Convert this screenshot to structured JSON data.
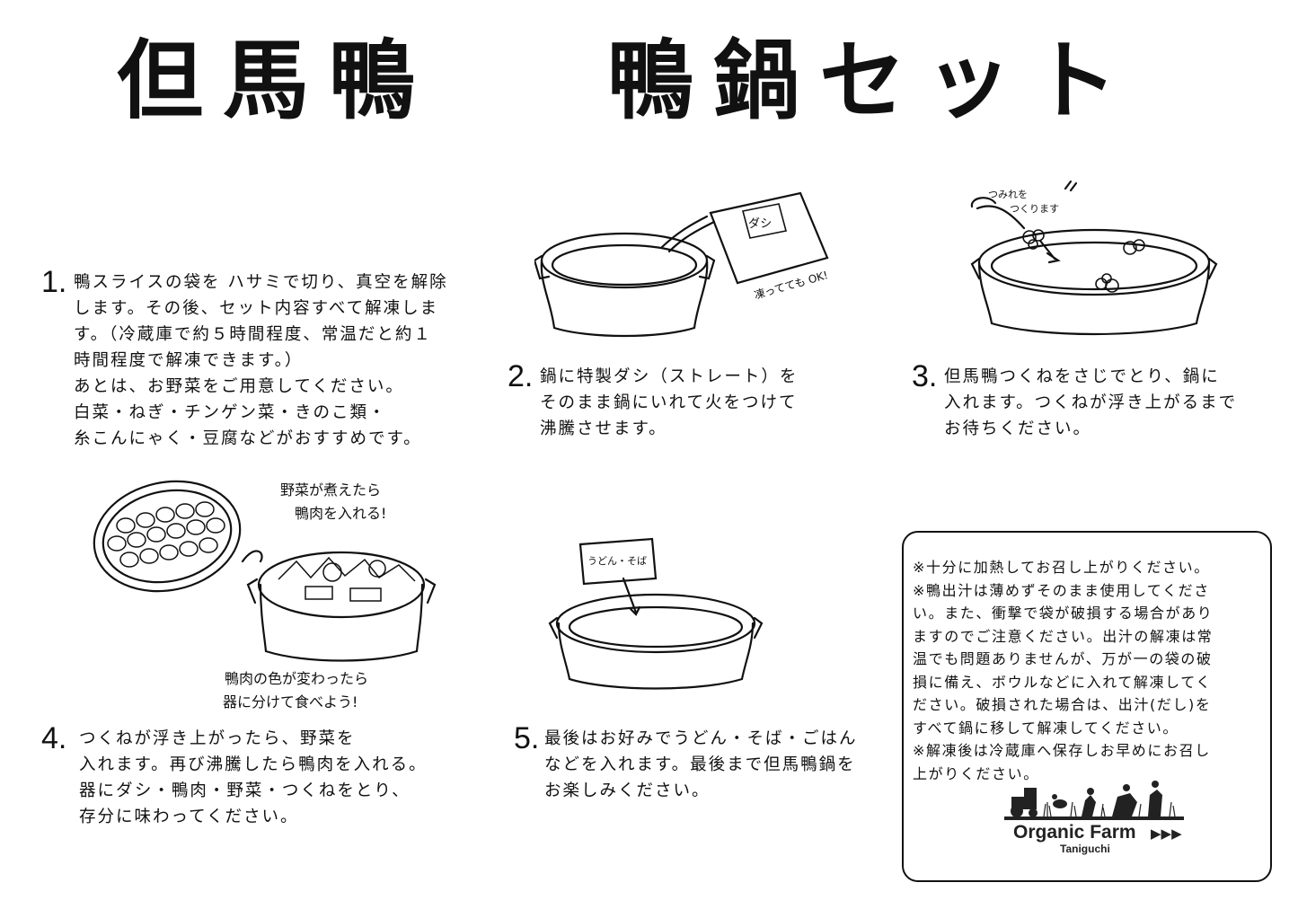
{
  "title": {
    "part1": "但馬鴨",
    "part2": "鴨鍋セット"
  },
  "steps": [
    {
      "number": "1.",
      "lines": [
        "鴨スライスの袋を ハサミで切り、真空を解除",
        "します。その後、セット内容すべて解凍しま",
        "す。（冷蔵庫で約５時間程度、常温だと約１",
        "時間程度で解凍できます。）",
        "あとは、お野菜をご用意してください。",
        "白菜・ねぎ・チンゲン菜・きのこ類・",
        "糸こんにゃく・豆腐などがおすすめです。"
      ]
    },
    {
      "number": "2.",
      "lines": [
        "鍋に特製ダシ（ストレート）を",
        "そのまま鍋にいれて火をつけて",
        "沸騰させます。"
      ]
    },
    {
      "number": "3.",
      "lines": [
        "但馬鴨つくねをさじでとり、鍋に",
        "入れます。つくねが浮き上がるまで",
        "お待ちください。"
      ]
    },
    {
      "number": "4.",
      "lines": [
        "つくねが浮き上がったら、野菜を",
        "入れます。再び沸騰したら鴨肉を入れる。",
        "器にダシ・鴨肉・野菜・つくねをとり、",
        "存分に味わってください。"
      ]
    },
    {
      "number": "5.",
      "lines": [
        "最後はお好みでうどん・そば・ごはん",
        "などを入れます。最後まで但馬鴨鍋を",
        "お楽しみください。"
      ]
    }
  ],
  "illustration_labels": {
    "dashi_pack": "ダシ",
    "frozen_ok": "凍ってても OK!",
    "tsumire": [
      "つみれを",
      "つくります"
    ],
    "veg_note": [
      "野菜が煮えたら",
      "鴨肉を入れる!"
    ],
    "serve_note": [
      "鴨肉の色が変わったら",
      "器に分けて食べよう!"
    ],
    "udon_pack": "うどん・そば"
  },
  "notes": {
    "lines": [
      "※十分に加熱してお召し上がりください。",
      "※鴨出汁は薄めずそのまま使用してくださ",
      "い。また、衝撃で袋が破損する場合があり",
      "ますのでご注意ください。出汁の解凍は常",
      "温でも問題ありませんが、万が一の袋の破",
      "損に備え、ボウルなどに入れて解凍してく",
      "ださい。破損された場合は、出汁(だし)を",
      "すべて鍋に移して解凍してください。",
      "※解凍後は冷蔵庫へ保存しお早めにお召し",
      "上がりください。"
    ],
    "logo": {
      "name": "Organic Farm",
      "arrows": "▶▶▶",
      "sub": "Taniguchi"
    }
  }
}
